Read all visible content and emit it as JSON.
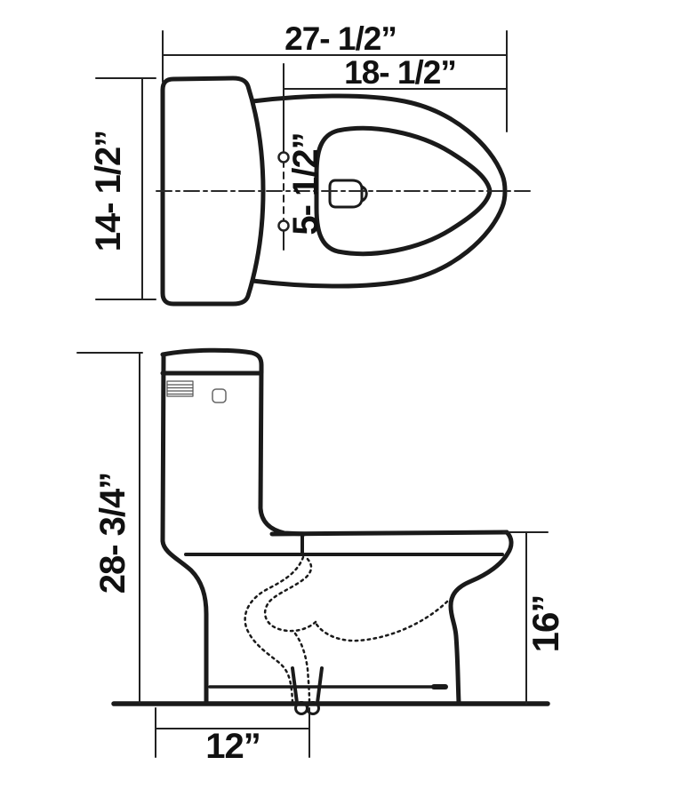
{
  "page": {
    "background": "#ffffff",
    "line_color": "#1a1a1a",
    "dim_line_color": "#222222"
  },
  "drawing": {
    "type": "technical-dimension-diagram",
    "subject": "one-piece elongated toilet shown in top (plan) view and left side view with dotted trapway",
    "views": [
      {
        "id": "top-view",
        "description": "plan view: tank at left, elongated rim and seat opening at right, two seat bolt holes on vertical line, horizontal dash-dot centerline"
      },
      {
        "id": "side-view",
        "description": "profile view: tank with vent grille and flush button, seat, bowl, dotted S-trapway to floor outlet, floor line"
      }
    ],
    "labels": {
      "overall_length": "27- 1/2”",
      "rim_length": "18- 1/2”",
      "tank_width": "14- 1/2”",
      "bolt_spacing": "5- 1/2”",
      "overall_height": "28- 3/4”",
      "seat_height": "16”",
      "rough_in": "12”"
    }
  }
}
